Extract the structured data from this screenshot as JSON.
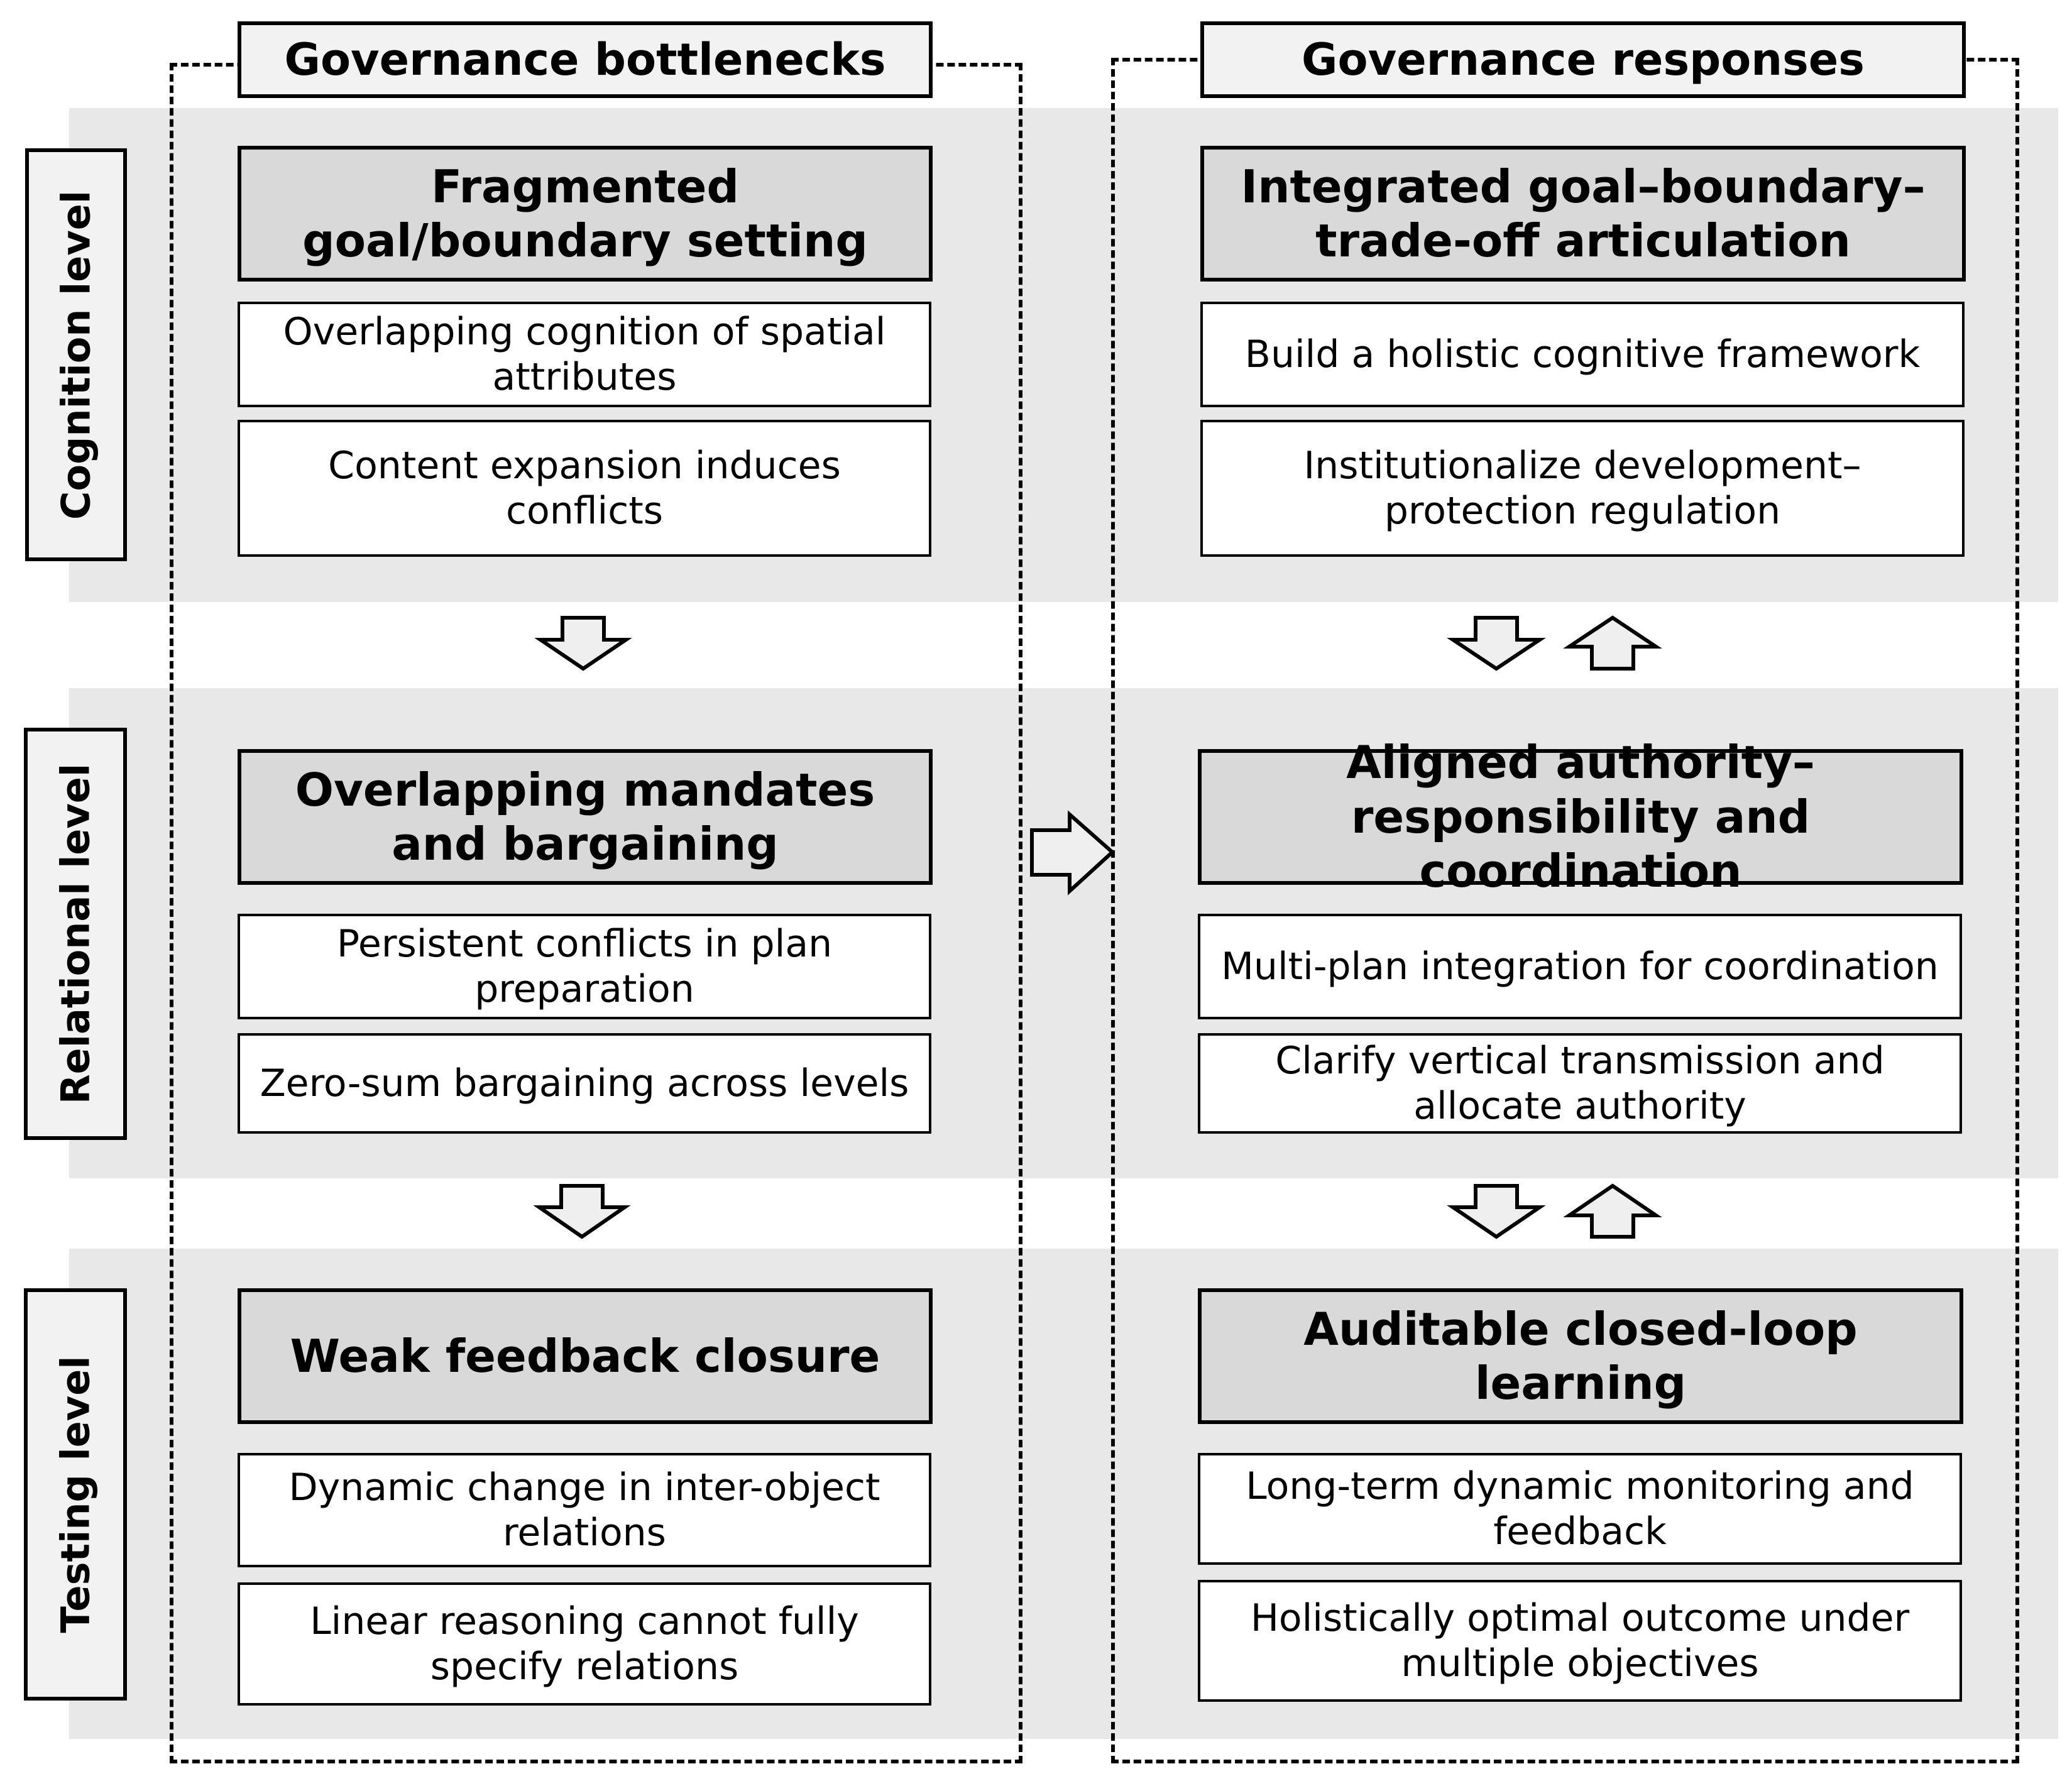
{
  "columns": {
    "left_title": "Governance bottlenecks",
    "right_title": "Governance responses"
  },
  "levels": [
    {
      "label": "Cognition level",
      "bottleneck": {
        "title": "Fragmented goal/boundary setting",
        "items": [
          "Overlapping cognition of spatial attributes",
          "Content expansion induces conflicts"
        ]
      },
      "response": {
        "title": "Integrated goal–boundary–trade-off articulation",
        "items": [
          "Build a holistic cognitive framework",
          "Institutionalize development–protection regulation"
        ]
      }
    },
    {
      "label": "Relational level",
      "bottleneck": {
        "title": "Overlapping mandates and bargaining",
        "items": [
          "Persistent conflicts in plan preparation",
          "Zero-sum bargaining across levels"
        ]
      },
      "response": {
        "title": "Aligned authority–responsibility and coordination",
        "items": [
          "Multi-plan integration for coordination",
          "Clarify vertical transmission and allocate authority"
        ]
      }
    },
    {
      "label": "Testing level",
      "bottleneck": {
        "title": "Weak feedback closure",
        "items": [
          "Dynamic change in inter-object relations",
          "Linear reasoning cannot fully specify relations"
        ]
      },
      "response": {
        "title": "Auditable closed-loop learning",
        "items": [
          "Long-term dynamic monitoring and feedback",
          "Holistically optimal outcome under multiple objectives"
        ]
      }
    }
  ],
  "colors": {
    "band": "#e8e8e8",
    "heading_fill": "#d9d9d9",
    "title_fill": "#f2f2f2",
    "arrow_fill": "#efefef",
    "stroke": "#000000"
  }
}
